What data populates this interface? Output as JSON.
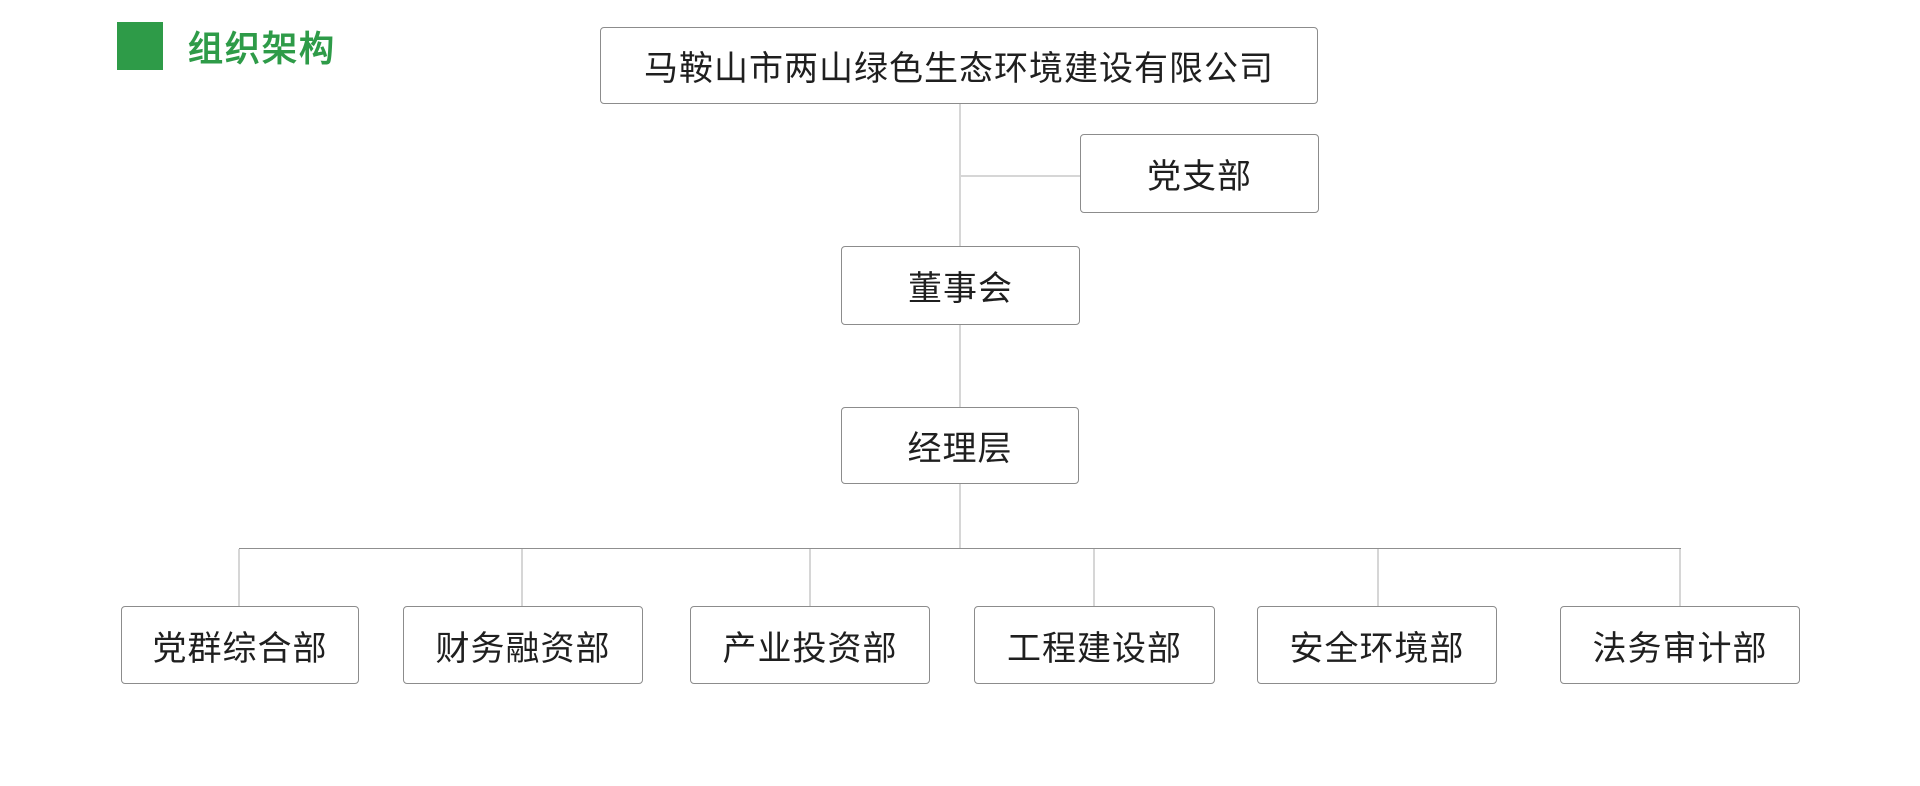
{
  "header": {
    "title": "组织架构"
  },
  "colors": {
    "accent_green": "#2e9b48",
    "box_border": "#8c8c8c",
    "line_light": "#d6d6d6",
    "line_dark": "#8f8f8f",
    "box_text": "#1f1f1f",
    "background": "#ffffff"
  },
  "org": {
    "root": "马鞍山市两山绿色生态环境建设有限公司",
    "party_branch": "党支部",
    "board": "董事会",
    "management": "经理层",
    "departments": [
      "党群综合部",
      "财务融资部",
      "产业投资部",
      "工程建设部",
      "安全环境部",
      "法务审计部"
    ]
  }
}
